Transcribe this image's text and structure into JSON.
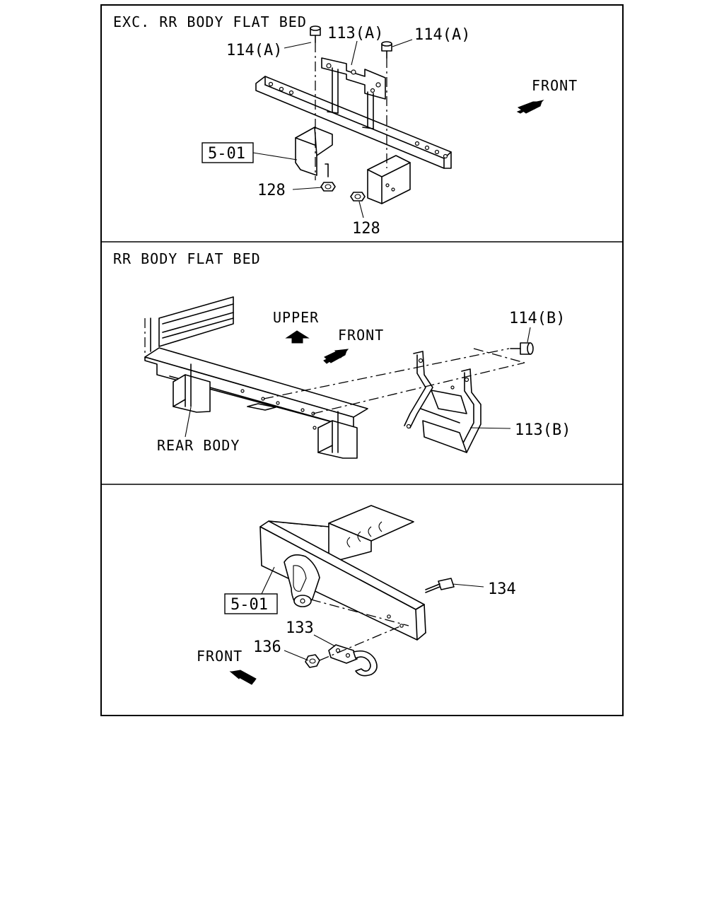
{
  "panels": {
    "top": {
      "heading": "EXC. RR BODY FLAT BED",
      "front_label": "FRONT",
      "callouts": {
        "bolt_left": "114(A)",
        "bracket": "113(A)",
        "bolt_right": "114(A)",
        "ref_box": "5-01",
        "nut_left": "128",
        "nut_bottom": "128"
      }
    },
    "middle": {
      "heading": "RR BODY FLAT BED",
      "upper_label": "UPPER",
      "front_label": "FRONT",
      "callouts": {
        "bolt": "114(B)",
        "bracket": "113(B)",
        "rear_body": "REAR BODY"
      }
    },
    "bottom": {
      "front_label": "FRONT",
      "callouts": {
        "ref_box": "5-01",
        "bolt": "134",
        "hook": "133",
        "nut": "136"
      }
    }
  }
}
